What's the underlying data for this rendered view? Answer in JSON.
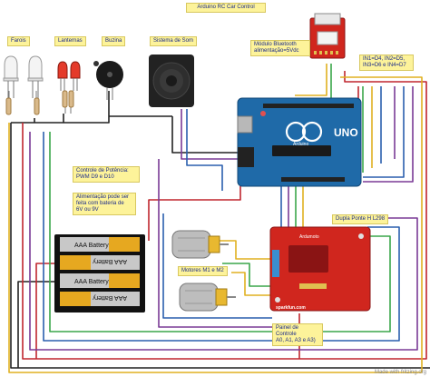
{
  "labels": {
    "title": "Arduino RC Car Control",
    "farois": "Farois",
    "lanternas": "Lanternas",
    "buzina": "Buzina",
    "sistema_som": "Sistema de Som",
    "bluetooth": "Módulo Bluetooth\nalimentação=5Vdc",
    "pinos_in": "IN1=D4, IN2=D5,\nIN3=D6 e IN4=D7",
    "potencia": "Controle de Potência:\nPWM D9 e D10",
    "alimentacao": "Alimentação pode ser\nfeita com bateria de\n6V ou 9V",
    "ponte_h": "Dupla Ponte H L298",
    "motores": "Motores M1 e M2",
    "painel": "Painel de Controle\nA0, A1, A3 e A3)"
  },
  "board": {
    "uno": "UNO",
    "arduino": "Arduino",
    "shield_brand": "Ardumoto",
    "shield_site": "sparkfun.com"
  },
  "battery": {
    "cell_label": "AAA Battery"
  },
  "footer": "Made with  fritzing.org",
  "colors": {
    "label_bg": "#fdf39a",
    "arduino_blue": "#1f6aa8",
    "shield_red": "#d0261e",
    "wire_red": "#c0262e",
    "wire_purple": "#7a3a96",
    "wire_blue": "#2a5fae",
    "wire_yellow": "#e0b020",
    "wire_green": "#3aa64a",
    "wire_black": "#222222"
  }
}
